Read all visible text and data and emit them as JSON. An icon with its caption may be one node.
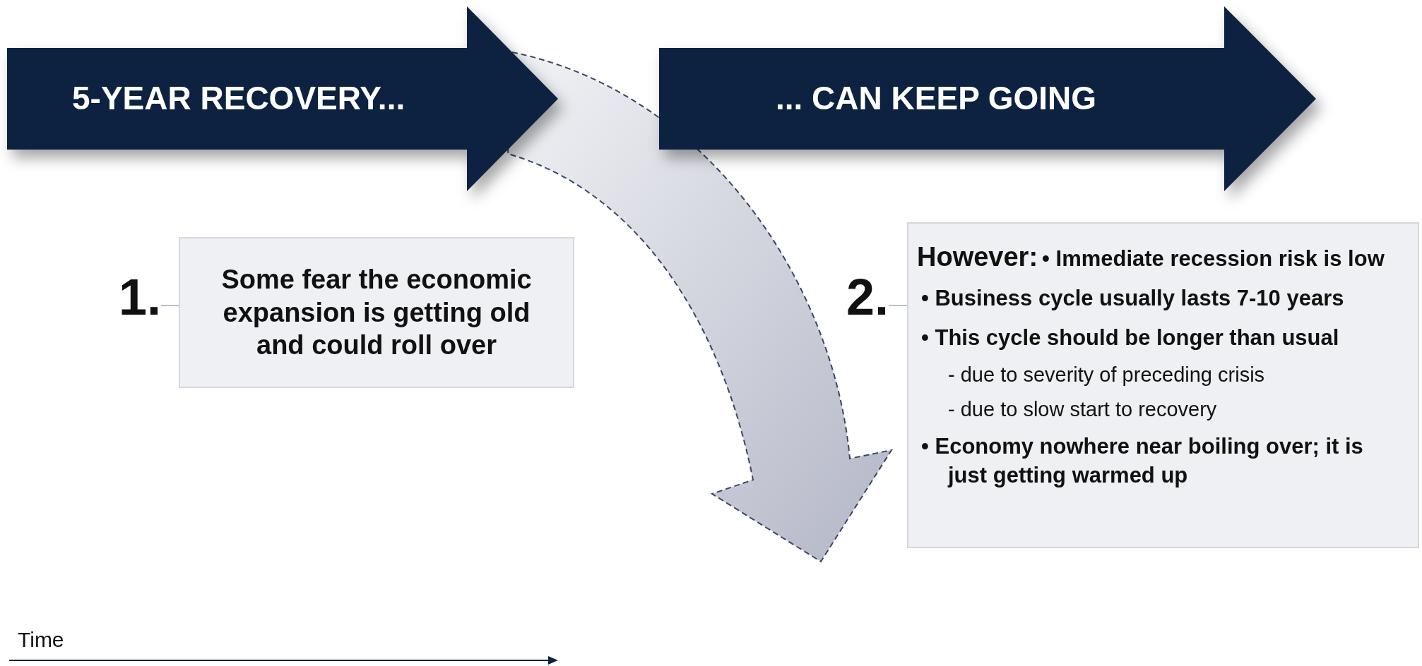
{
  "diagram": {
    "nodes": [
      {
        "text": [
          "5-YEAR RECOVERY..."
        ]
      },
      {
        "text": [
          "... CAN KEEP GOING"
        ]
      },
      {
        "text": [
          "1."
        ]
      },
      {
        "text": [
          "Some fear the economic expansion is getting old and could roll over"
        ]
      },
      {
        "text": [
          "2."
        ]
      },
      {
        "text": [
          "However:",
          "• Immediate recession risk is low",
          "• Business cycle usually lasts 7-10 years",
          "• This cycle should be longer than usual",
          "- due to severity of preceding crisis",
          "- due to slow start to recovery",
          "• Economy nowhere near boiling over; it is just getting warmed up"
        ]
      }
    ],
    "edges": [
      {
        "from": 0,
        "to": null,
        "arrow": "to",
        "style": "dashed"
      },
      {
        "from": 2,
        "to": 3,
        "arrow": "none"
      },
      {
        "from": 4,
        "to": 5,
        "arrow": "none"
      }
    ],
    "labels": [
      "Time"
    ]
  }
}
